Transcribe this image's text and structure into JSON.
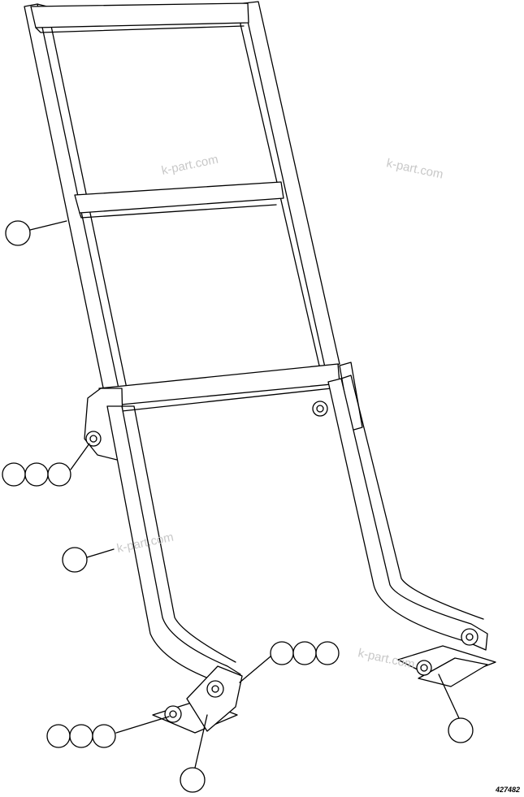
{
  "drawing": {
    "reference_number": "427482",
    "watermark": "k-part.com",
    "callout_count": 13
  }
}
